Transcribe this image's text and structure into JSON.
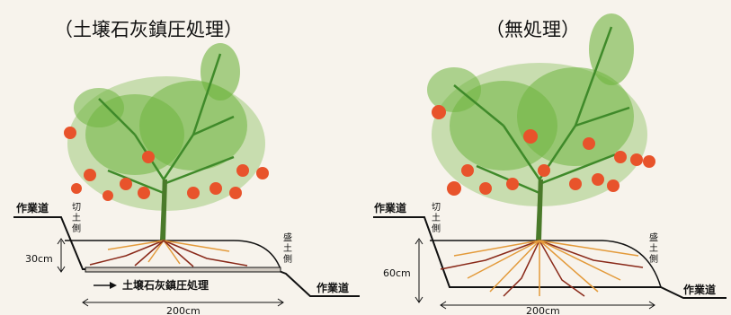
{
  "left_panel": {
    "title": "（土壌石灰鎮圧処理）",
    "work_road_upper": "作業道",
    "work_road_lower": "作業道",
    "cut_side": [
      "切",
      "土",
      "側"
    ],
    "fill_side": [
      "盛",
      "土",
      "側"
    ],
    "depth_label": "30cm",
    "width_label": "200cm",
    "treatment_arrow_label": "土壌石灰鎮圧処理"
  },
  "right_panel": {
    "title": "（無処理）",
    "work_road_upper": "作業道",
    "work_road_lower": "作業道",
    "cut_side": [
      "切",
      "土",
      "側"
    ],
    "fill_side": [
      "盛",
      "土",
      "側"
    ],
    "depth_label": "60cm",
    "width_label": "200cm"
  },
  "colors": {
    "leaf": "#6fb43f",
    "leaf_dark": "#3f8a2a",
    "fruit": "#e8532b",
    "trunk": "#4a7a2a",
    "root_dark": "#8a2a1a",
    "root_light": "#e39a3a",
    "line": "#111111"
  }
}
